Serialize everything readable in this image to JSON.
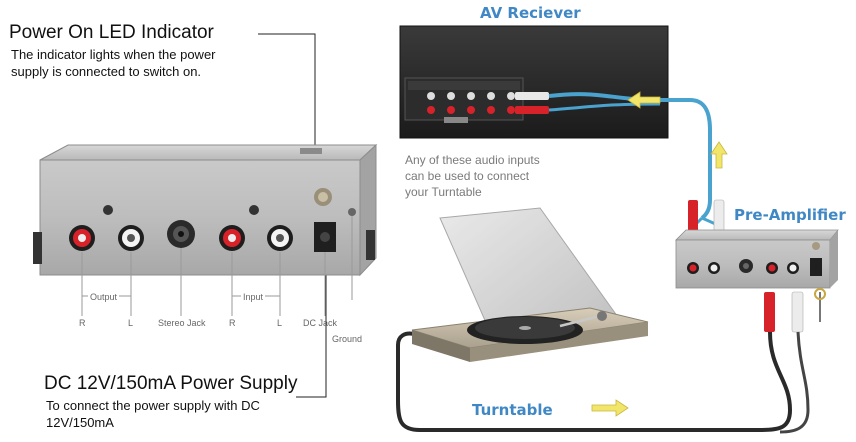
{
  "callouts": {
    "led": {
      "title": "Power On LED Indicator",
      "body_line1": "The indicator lights when the power",
      "body_line2": "supply is connected to switch on."
    },
    "power": {
      "title": "DC 12V/150mA Power Supply",
      "body_line1": "To connect the power supply with DC",
      "body_line2": "12V/150mA"
    }
  },
  "preamp_labels": {
    "output": "Output",
    "input": "Input",
    "r1": "R",
    "l1": "L",
    "stereo_jack": "Stereo Jack",
    "r2": "R",
    "l2": "L",
    "dc_jack": "DC Jack",
    "ground": "Ground"
  },
  "diagram": {
    "av_receiver": "AV Reciever",
    "pre_amplifier": "Pre-Amplifier",
    "turntable": "Turntable",
    "note_line1": "Any of these audio inputs",
    "note_line2": "can be used to connect",
    "note_line3": "your Turntable"
  },
  "colors": {
    "label_blue": "#3f88c5",
    "cable_blue": "#4aa3cf",
    "arrow_yellow": "#f2e66a",
    "rca_red": "#d8222a"
  }
}
